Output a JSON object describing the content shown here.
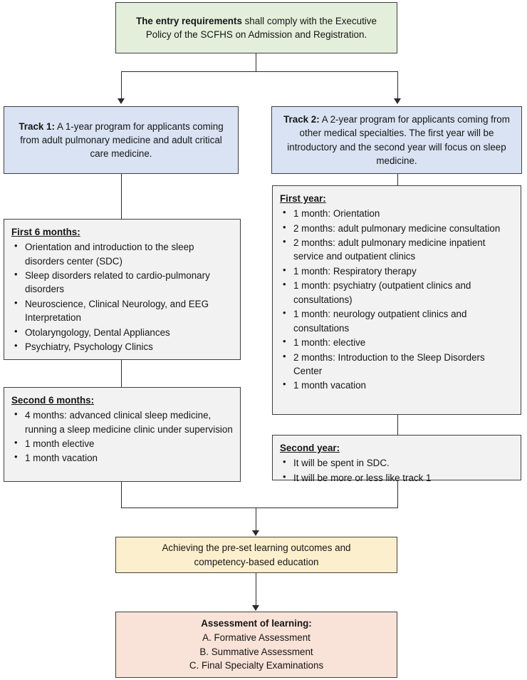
{
  "diagram": {
    "title_box": {
      "lead": "The entry requirements",
      "rest": " shall comply with the Executive Policy of the SCFHS on Admission and Registration."
    },
    "track1": {
      "lead": "Track 1:",
      "rest": " A 1-year program for applicants coming from adult pulmonary medicine and adult critical care medicine."
    },
    "track2": {
      "lead": "Track 2:",
      "rest": " A 2-year program for applicants coming from other medical specialties. The first year will be introductory  and the second year will focus on sleep medicine."
    },
    "first_six_months": {
      "heading": "First 6 months:",
      "items": [
        "Orientation and introduction to the sleep disorders center (SDC)",
        "Sleep disorders related to cardio-pulmonary disorders",
        "Neuroscience, Clinical Neurology, and EEG Interpretation",
        "Otolaryngology, Dental Appliances",
        "Psychiatry, Psychology Clinics"
      ]
    },
    "second_six_months": {
      "heading": "Second 6 months:",
      "items": [
        "4 months: advanced clinical sleep medicine, running a sleep medicine clinic under supervision",
        "1 month  elective",
        "1 month  vacation"
      ]
    },
    "first_year": {
      "heading": "First year:",
      "items": [
        "1 month: Orientation",
        "2 months: adult pulmonary medicine consultation",
        "2 months: adult pulmonary medicine inpatient service and outpatient  clinics",
        "1 month: Respiratory therapy",
        "1 month: psychiatry (outpatient clinics and consultations)",
        "1 month: neurology outpatient clinics and consultations",
        "1 month: elective",
        "2 months: Introduction  to the Sleep Disorders Center",
        "1 month vacation"
      ]
    },
    "second_year": {
      "heading": "Second year:",
      "items": [
        "It will be spent in SDC.",
        "It will be more or less like track 1"
      ]
    },
    "outcomes": {
      "line1": "Achieving the pre-set learning outcomes and",
      "line2": "competency-based education"
    },
    "assessment": {
      "heading": "Assessment of learning:",
      "items": [
        "A.   Formative Assessment",
        "B. Summative  Assessment",
        "C. Final Specialty Examinations"
      ]
    },
    "colors": {
      "green": "#e3efdb",
      "blue": "#dae3f3",
      "grey": "#f2f2f2",
      "yellow": "#fcefcd",
      "peach": "#f9e2d7",
      "border": "#3f3f3f",
      "connector": "#2b2b2b"
    }
  }
}
